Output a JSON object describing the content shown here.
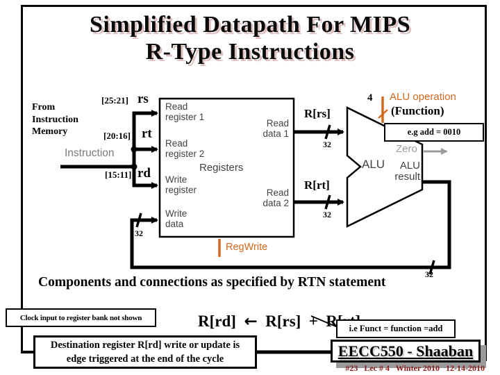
{
  "title": {
    "line1": "Simplified Datapath For MIPS",
    "line2": "R-Type Instructions"
  },
  "left": {
    "source_note": "From\nInstruction\nMemory",
    "instruction_label": "Instruction",
    "fields": [
      {
        "bits": "[25:21]",
        "name": "rs"
      },
      {
        "bits": "[20:16]",
        "name": "rt"
      },
      {
        "bits": "[15:11]",
        "name": "rd"
      }
    ]
  },
  "register_file": {
    "name": "Registers",
    "inputs": [
      "Read\nregister 1",
      "Read\nregister 2",
      "Write\nregister",
      "Write\ndata"
    ],
    "outputs": [
      "Read\ndata 1",
      "Read\ndata 2"
    ],
    "control": "RegWrite"
  },
  "buses": {
    "rs_value": "R[rs]",
    "rt_value": "R[rt]",
    "width_bits": "32",
    "alu_op_width": "4"
  },
  "alu": {
    "op_label": "ALU operation",
    "op_sublabel": "(Function)",
    "op_example": "e.g add = 0010",
    "zero": "Zero",
    "name": "ALU",
    "result": "ALU\nresult"
  },
  "statement": {
    "heading": "Components and connections as specified by RTN statement",
    "rtn_lhs": "R[rd]",
    "rtn_arrow": "←",
    "rtn_rhs": "R[rs]  +  R[rt]",
    "clock_note": "Clock input to register bank not shown",
    "funct_note": "i.e Funct = function =add",
    "dest_note": "Destination register R[rd] write or update is\nedge triggered at the end of the cycle"
  },
  "footer": {
    "course": "EECC550 - Shaaban",
    "meta": "#23   Lec # 4   Winter 2010   12-14-2010"
  },
  "colors": {
    "accent_orange": "#d2691e",
    "diagram_gray": "#424242",
    "zero_gray": "#9b9b9b",
    "footer_red": "#8b1a1a",
    "title_shadow_pink": "#dfc3c3"
  }
}
